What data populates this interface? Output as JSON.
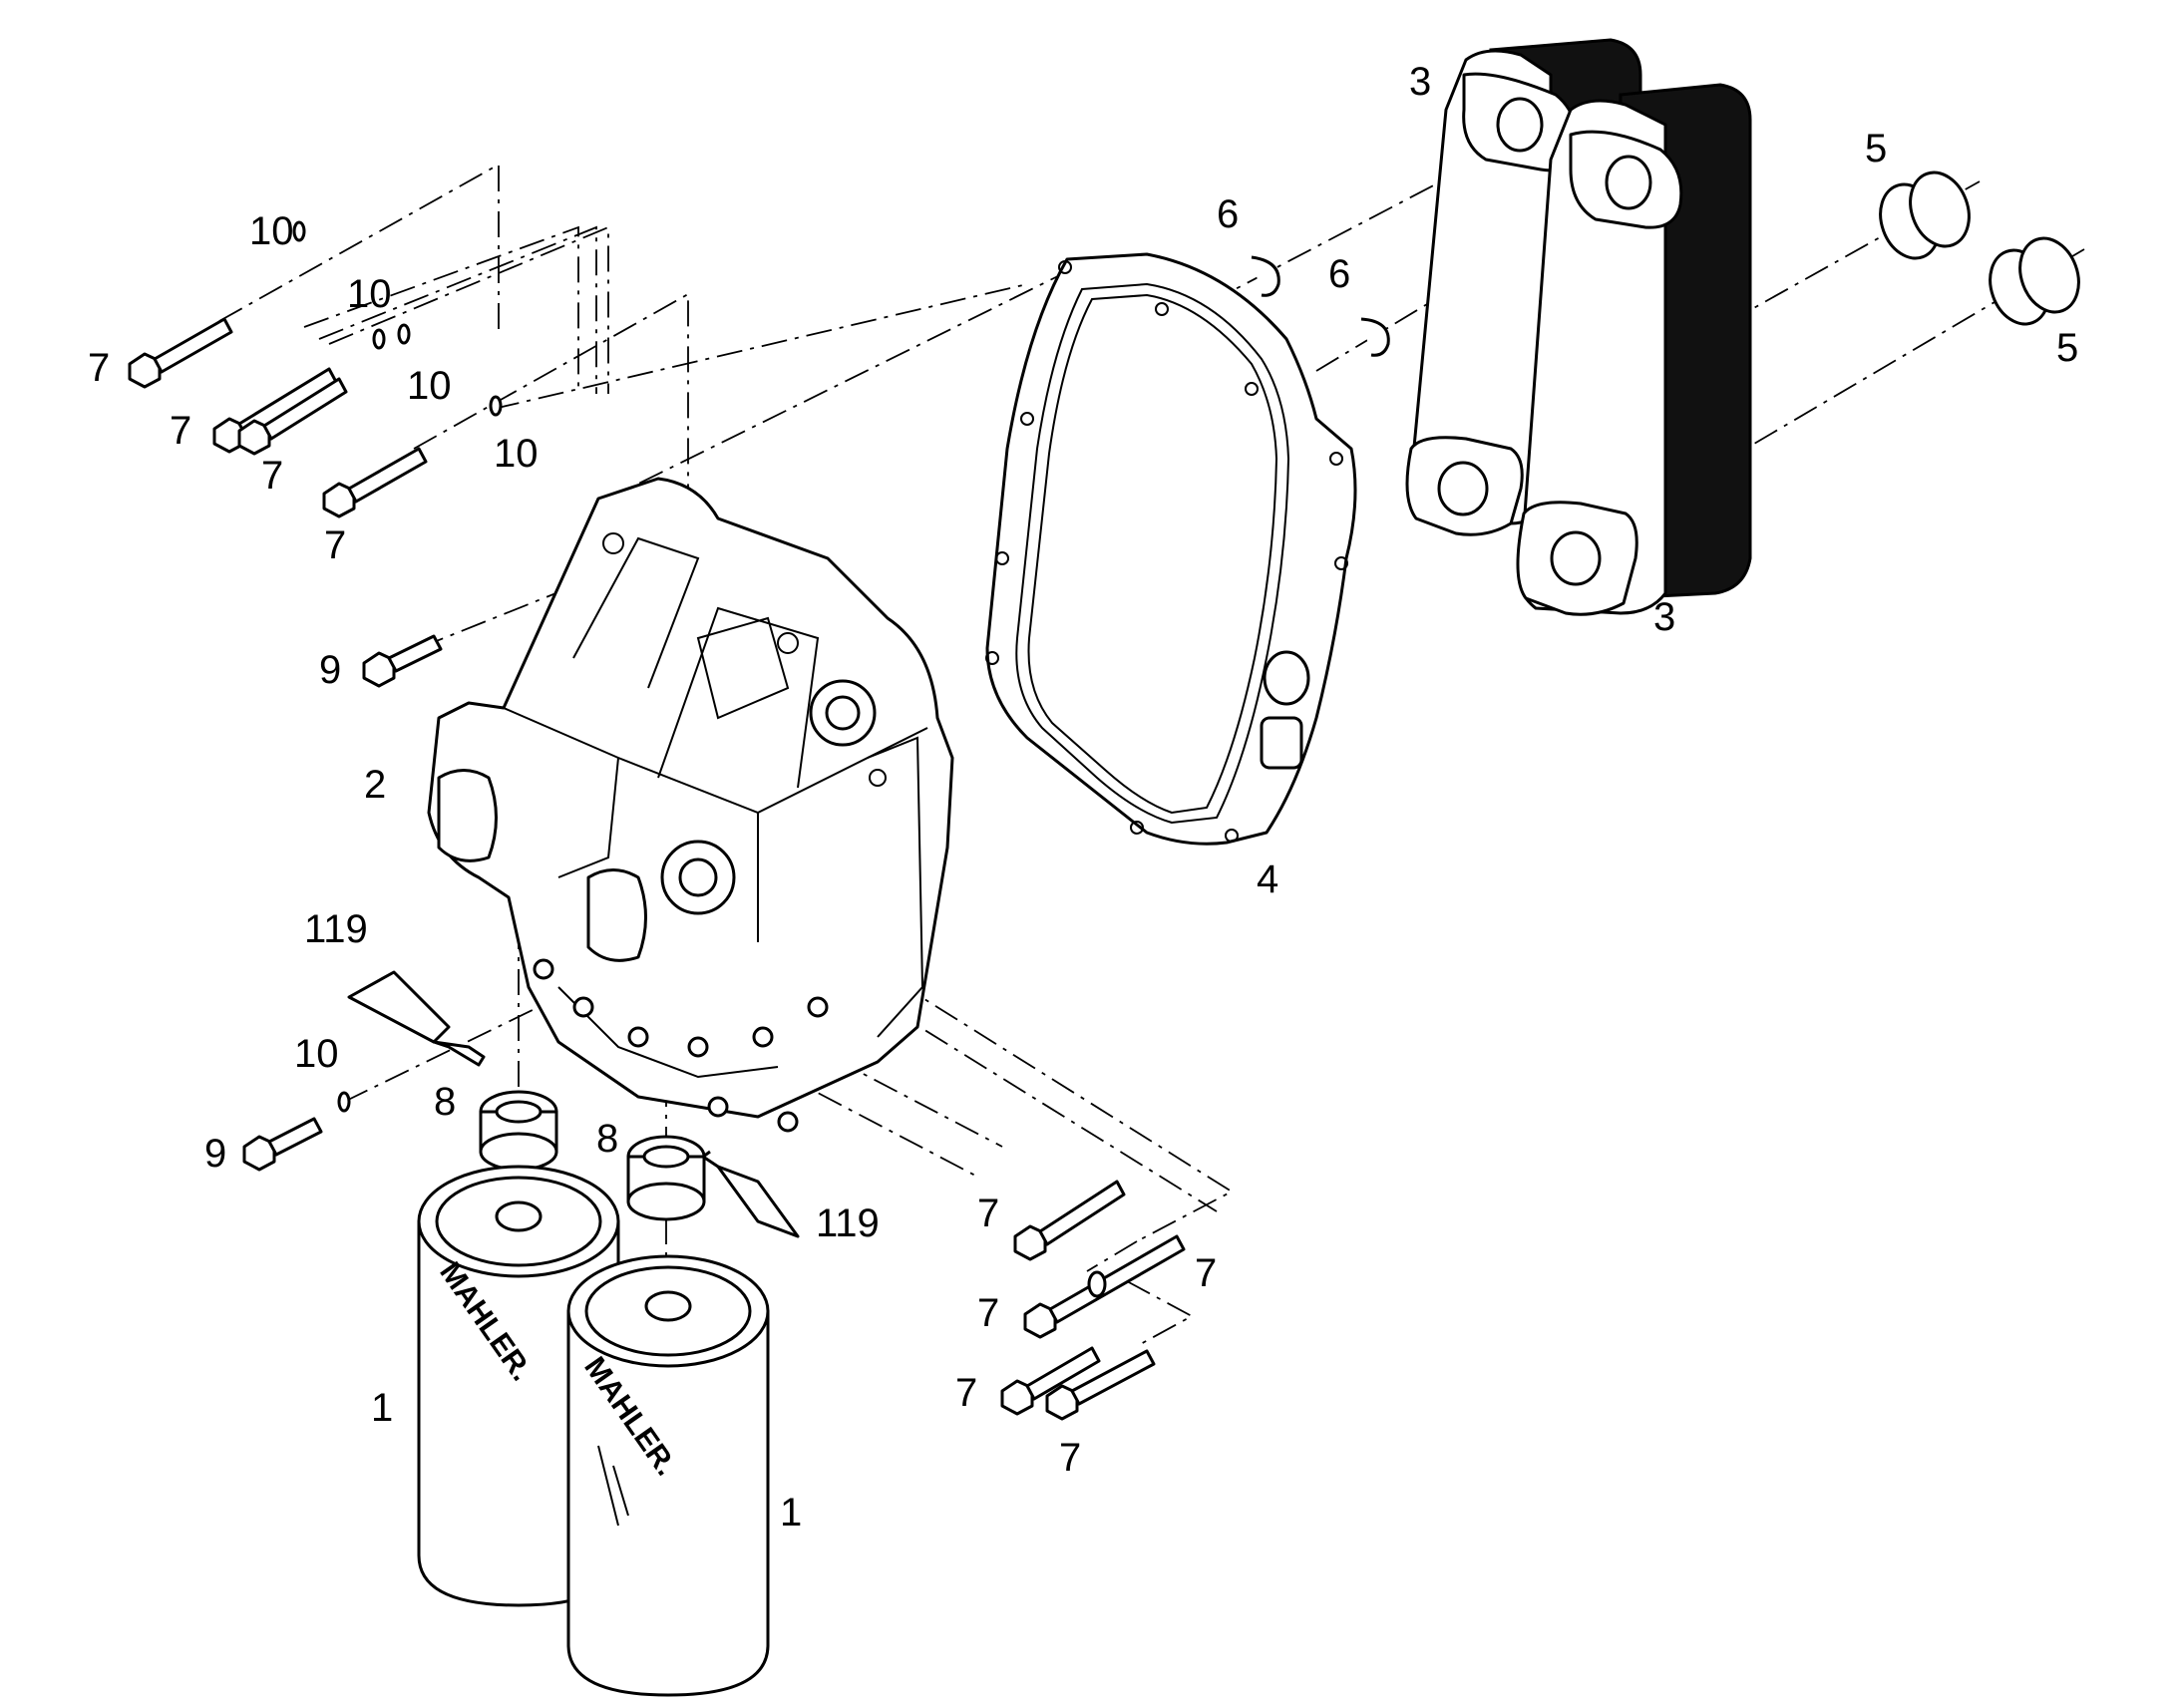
{
  "callouts": [
    {
      "id": "c1a",
      "text": "3"
    },
    {
      "id": "c1b",
      "text": "6"
    },
    {
      "id": "c1c",
      "text": "6"
    },
    {
      "id": "c1d",
      "text": "5"
    },
    {
      "id": "c1e",
      "text": "5"
    },
    {
      "id": "c1f",
      "text": "10"
    },
    {
      "id": "c1g",
      "text": "10"
    },
    {
      "id": "c1h",
      "text": "10"
    },
    {
      "id": "c1i",
      "text": "10"
    },
    {
      "id": "c1j",
      "text": "7"
    },
    {
      "id": "c1k",
      "text": "7"
    },
    {
      "id": "c1l",
      "text": "7"
    },
    {
      "id": "c1m",
      "text": "7"
    },
    {
      "id": "c1n",
      "text": "3"
    },
    {
      "id": "c1o",
      "text": "9"
    },
    {
      "id": "c1p",
      "text": "2"
    },
    {
      "id": "c1q",
      "text": "4"
    },
    {
      "id": "c1r",
      "text": "119"
    },
    {
      "id": "c1s",
      "text": "10"
    },
    {
      "id": "c1t",
      "text": "8"
    },
    {
      "id": "c1u",
      "text": "9"
    },
    {
      "id": "c1v",
      "text": "8"
    },
    {
      "id": "c1w",
      "text": "119"
    },
    {
      "id": "c1x",
      "text": "7"
    },
    {
      "id": "c1y",
      "text": "7"
    },
    {
      "id": "c1z",
      "text": "7"
    },
    {
      "id": "c2a",
      "text": "7"
    },
    {
      "id": "c2b",
      "text": "7"
    },
    {
      "id": "c2c",
      "text": "1"
    },
    {
      "id": "c2d",
      "text": "1"
    }
  ],
  "filter_brand": "MAHLER.",
  "colors": {
    "line": "#000000",
    "background": "#ffffff",
    "cooler_fin": "#111111"
  }
}
